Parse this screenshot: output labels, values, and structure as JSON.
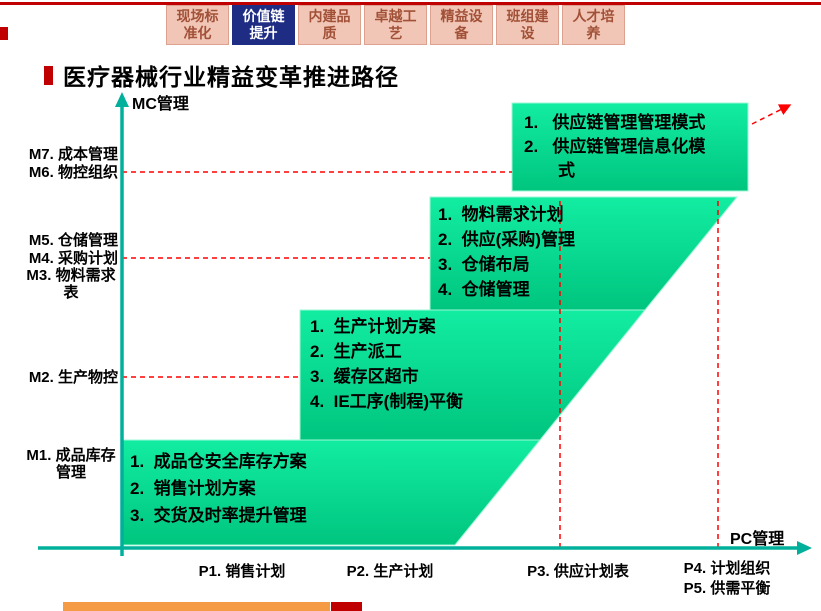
{
  "tabs": {
    "items": [
      {
        "line1": "现场标",
        "line2": "准化"
      },
      {
        "line1": "价值链",
        "line2": "提升"
      },
      {
        "line1": "内建品",
        "line2": "质"
      },
      {
        "line1": "卓越工",
        "line2": "艺"
      },
      {
        "line1": "精益设",
        "line2": "备"
      },
      {
        "line1": "班组建",
        "line2": "设"
      },
      {
        "line1": "人才培",
        "line2": "养"
      }
    ],
    "active_index": 1
  },
  "title": "医疗器械行业精益变革推进路径",
  "chart": {
    "y_axis_title": "MC管理",
    "x_axis_title": "PC管理",
    "y_labels": {
      "m7": "M7. 成本管理",
      "m6": "M6. 物控组织",
      "m5": "M5. 仓储管理",
      "m4": "M4. 采购计划",
      "m3": "M3. 物料需求\n表",
      "m2": "M2. 生产物控",
      "m1": "M1. 成品库存\n管理"
    },
    "x_labels": {
      "p1": "P1. 销售计划",
      "p2": "P2. 生产计划",
      "p3": "P3. 供应计划表",
      "p4": "P4. 计划组织",
      "p5": "P5. 供需平衡"
    },
    "steps": {
      "step1": [
        "1.  成品仓安全库存方案",
        "2.  销售计划方案",
        "3.  交货及时率提升管理"
      ],
      "step2": [
        "1.  生产计划方案",
        "2.  生产派工",
        "3.  缓存区超市",
        "4.  IE工序(制程)平衡"
      ],
      "step3": [
        "1.  物料需求计划",
        "2.  供应(采购)管理",
        "3.  仓储布局",
        "4.  仓储管理"
      ],
      "topbox": [
        "1.   供应链管理管理模式",
        "2.   供应链管理信息化模\n式"
      ]
    }
  },
  "colors": {
    "accent_red": "#C00000",
    "guide_red": "#FF0000",
    "axis_teal": "#00B09A",
    "step_green_top": "#12EDA2",
    "step_green_bottom": "#00C57F",
    "tab_bg": "#F2C6B6",
    "tab_text": "#A15138",
    "tab_active_bg": "#1F2C83"
  }
}
